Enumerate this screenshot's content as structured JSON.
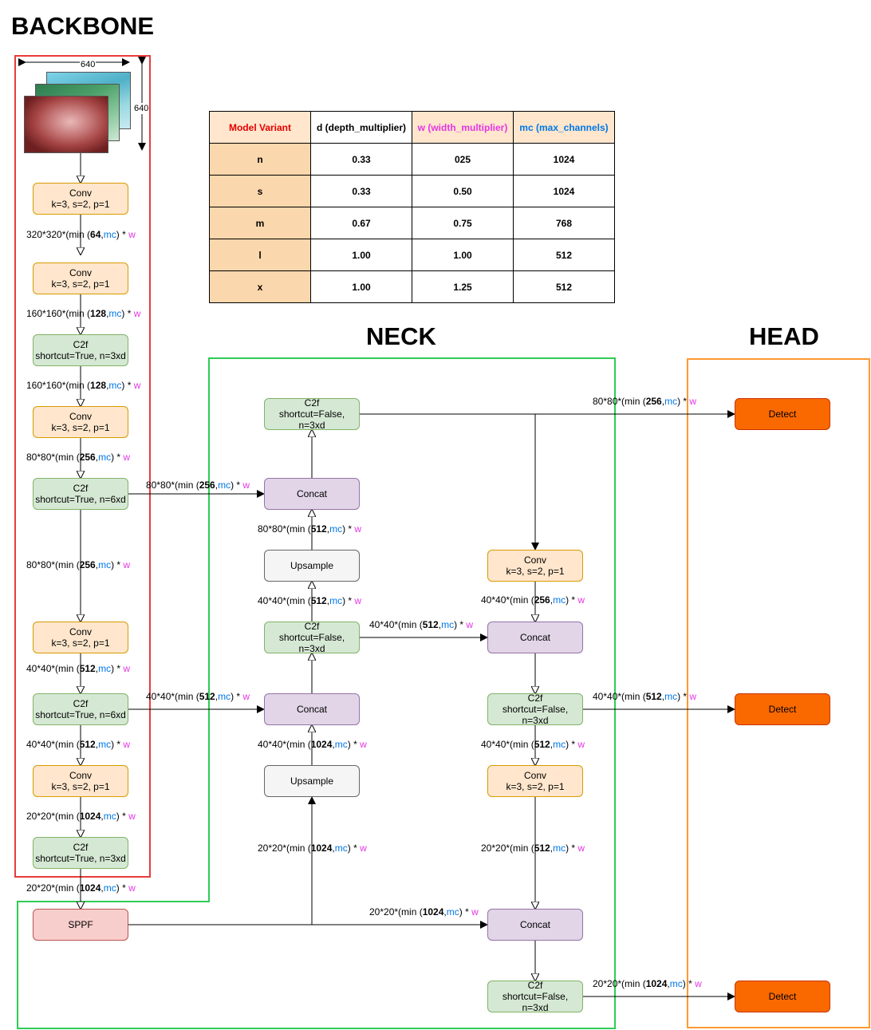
{
  "sections": {
    "backbone": "BACKBONE",
    "neck": "NECK",
    "head": "HEAD"
  },
  "input_image": {
    "width_label": "640",
    "height_label": "640"
  },
  "variant_table": {
    "headers": {
      "model": "Model Variant",
      "d": "d (depth_multiplier)",
      "w": "w (width_multiplier)",
      "mc": "mc (max_channels)"
    },
    "rows": [
      {
        "variant": "n",
        "d": "0.33",
        "w": "025",
        "mc": "1024"
      },
      {
        "variant": "s",
        "d": "0.33",
        "w": "0.50",
        "mc": "1024"
      },
      {
        "variant": "m",
        "d": "0.67",
        "w": "0.75",
        "mc": "768"
      },
      {
        "variant": "l",
        "d": "1.00",
        "w": "1.00",
        "mc": "512"
      },
      {
        "variant": "x",
        "d": "1.00",
        "w": "1.25",
        "mc": "512"
      }
    ]
  },
  "blocks": {
    "conv": "Conv",
    "conv_params": "k=3, s=2, p=1",
    "c2f": "C2f",
    "c2f_true_3": "shortcut=True, n=3xd",
    "c2f_true_6": "shortcut=True, n=6xd",
    "c2f_false_a": "shortcut=False,",
    "c2f_false_b": "n=3xd",
    "sppf": "SPPF",
    "concat": "Concat",
    "upsample": "Upsample",
    "detect": "Detect"
  },
  "shape_labels": {
    "l320_64": {
      "pre": "320*320*(min (",
      "n": "64",
      "post": " * "
    },
    "l160_128": {
      "pre": "160*160*(min (",
      "n": "128",
      "post": " * "
    },
    "l80_256": {
      "pre": "80*80*(min (",
      "n": "256",
      "post": " * "
    },
    "l80_512": {
      "pre": "80*80*(min (",
      "n": "512",
      "post": " * "
    },
    "l40_512": {
      "pre": "40*40*(min (",
      "n": "512",
      "post": " * "
    },
    "l40_256": {
      "pre": "40*40*(min (",
      "n": "256",
      "post": " * "
    },
    "l40_1024": {
      "pre": "40*40*(min (",
      "n": "1024",
      "post": " * "
    },
    "l20_1024": {
      "pre": "20*20*(min (",
      "n": "1024",
      "post": " * "
    },
    "l20_512": {
      "pre": "20*20*(min (",
      "n": "512",
      "post": " * "
    },
    "mc": "mc",
    "close": ")",
    "w": "w",
    "comma": ","
  },
  "colors": {
    "backbone_frame": "#e83b3b",
    "neck_frame": "#2ecc55",
    "head_frame": "#ff9933",
    "mc_text": "#0077e6",
    "w_text": "#e635e6",
    "table_header_model": "#e60000"
  }
}
